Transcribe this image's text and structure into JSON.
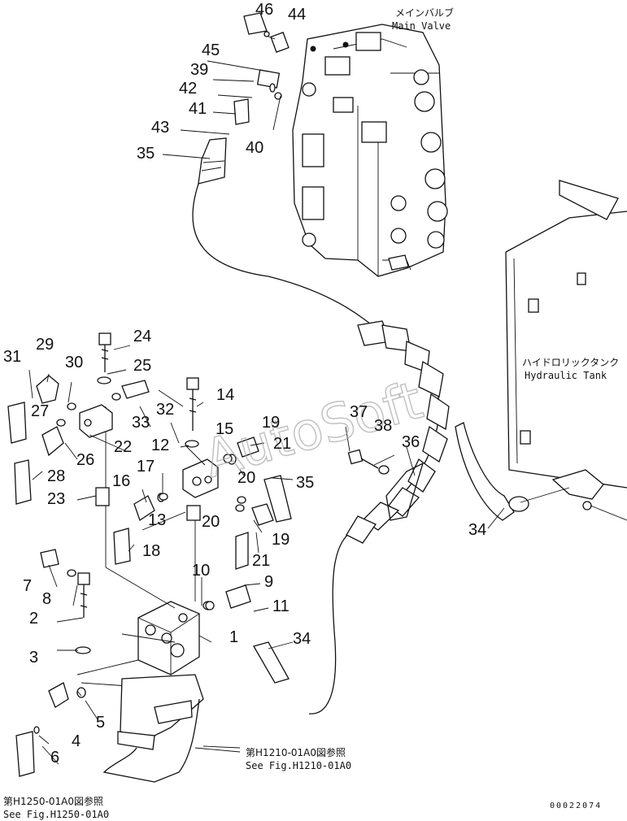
{
  "title_labels": {
    "main_valve_jp": "メインバルブ",
    "main_valve_en": "Main Valve",
    "hydraulic_tank_jp": "ハイドロリックタンク",
    "hydraulic_tank_en": "Hydraulic Tank",
    "ref_h1210_jp": "第H1210-01A0図参照",
    "ref_h1210_en": "See Fig.H1210-01A0",
    "ref_h1250_jp": "第H1250-01A0図参照",
    "ref_h1250_en": "See Fig.H1250-01A0",
    "drawing_code": "00022074",
    "watermark": "AutoSoft"
  },
  "callouts": {
    "c1": "1",
    "c2": "2",
    "c3": "3",
    "c4": "4",
    "c5": "5",
    "c6": "6",
    "c7": "7",
    "c8": "8",
    "c9": "9",
    "c10": "10",
    "c11": "11",
    "c12": "12",
    "c13": "13",
    "c14": "14",
    "c15": "15",
    "c16": "16",
    "c17": "17",
    "c18": "18",
    "c19a": "19",
    "c19b": "19",
    "c20a": "20",
    "c20b": "20",
    "c21a": "21",
    "c21b": "21",
    "c22": "22",
    "c23": "23",
    "c24": "24",
    "c25": "25",
    "c26": "26",
    "c27": "27",
    "c28": "28",
    "c29": "29",
    "c30": "30",
    "c31": "31",
    "c32": "32",
    "c33": "33",
    "c34a": "34",
    "c34b": "34",
    "c35a": "35",
    "c35b": "35",
    "c36": "36",
    "c37": "37",
    "c38": "38",
    "c39": "39",
    "c40": "40",
    "c41": "41",
    "c42": "42",
    "c43": "43",
    "c44": "44",
    "c45": "45",
    "c46": "46"
  }
}
